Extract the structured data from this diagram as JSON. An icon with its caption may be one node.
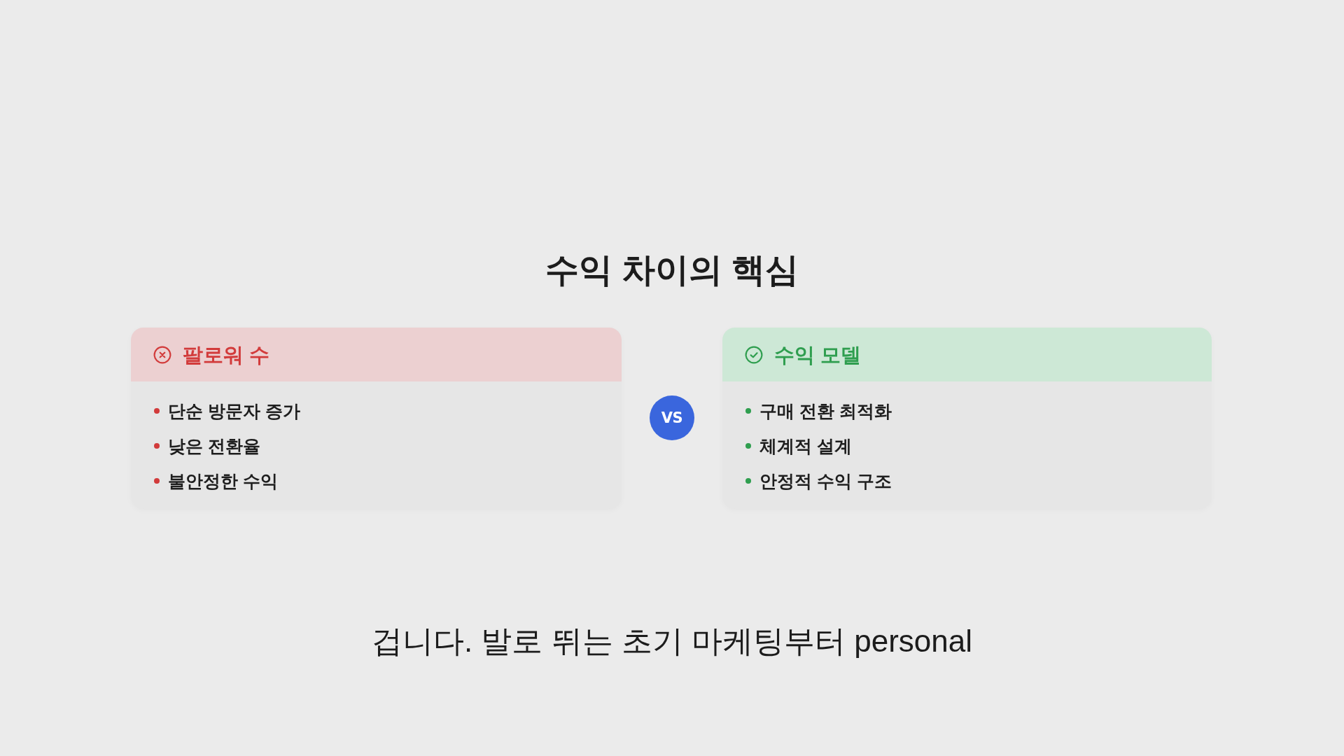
{
  "diagram": {
    "title": "수익 차이의 핵심",
    "caption": "겁니다. 발로 뛰는 초기 마케팅부터 personal",
    "nodes": [
      {
        "text": [
          "팔로워 수",
          "단순 방문자 증가",
          "낮은 전환율",
          "불안정한 수익"
        ]
      },
      {
        "text": [
          "VS"
        ]
      },
      {
        "text": [
          "수익 모델",
          "구매 전환 최적화",
          "체계적 설계",
          "안정적 수익 구조"
        ]
      }
    ]
  }
}
